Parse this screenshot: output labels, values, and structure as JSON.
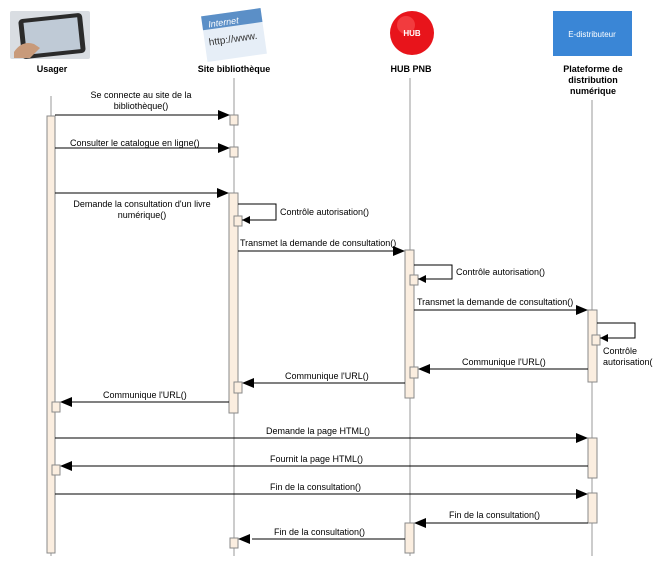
{
  "actors": {
    "usager": {
      "name": "Usager"
    },
    "site": {
      "name": "Site bibliothèque",
      "icon_text_1": "Internet",
      "icon_text_2": "http://www."
    },
    "hub": {
      "name": "HUB PNB",
      "icon_text": "HUB",
      "color": "#e8141b"
    },
    "plateforme": {
      "name_line1": "Plateforme de",
      "name_line2": "distribution",
      "name_line3": "numérique",
      "icon_text": "E-distributeur",
      "color": "#3a86d6"
    }
  },
  "messages": {
    "m1_line1": "Se connecte au site de la",
    "m1_line2": "bibliothèque()",
    "m2": "Consulter le catalogue en ligne()",
    "m3_line1": "Demande la consultation d'un livre",
    "m3_line2": "numérique()",
    "m4": "Contrôle autorisation()",
    "m5": "Transmet la demande de consultation()",
    "m6": "Contrôle autorisation()",
    "m7": "Transmet la demande de consultation()",
    "m8_line1": "Contrôle",
    "m8_line2": "autorisation(",
    "m9": "Communique l'URL()",
    "m10": "Communique l'URL()",
    "m11": "Communique l'URL()",
    "m12": "Demande la page HTML()",
    "m13": "Fournit la page HTML()",
    "m14": "Fin de la consultation()",
    "m15": "Fin de la consultation()",
    "m16": "Fin de la consultation()"
  },
  "colors": {
    "lifeline": "#999999",
    "activation_fill": "#fbeee0",
    "activation_stroke": "#8a8a8a",
    "arrow": "#000000"
  }
}
